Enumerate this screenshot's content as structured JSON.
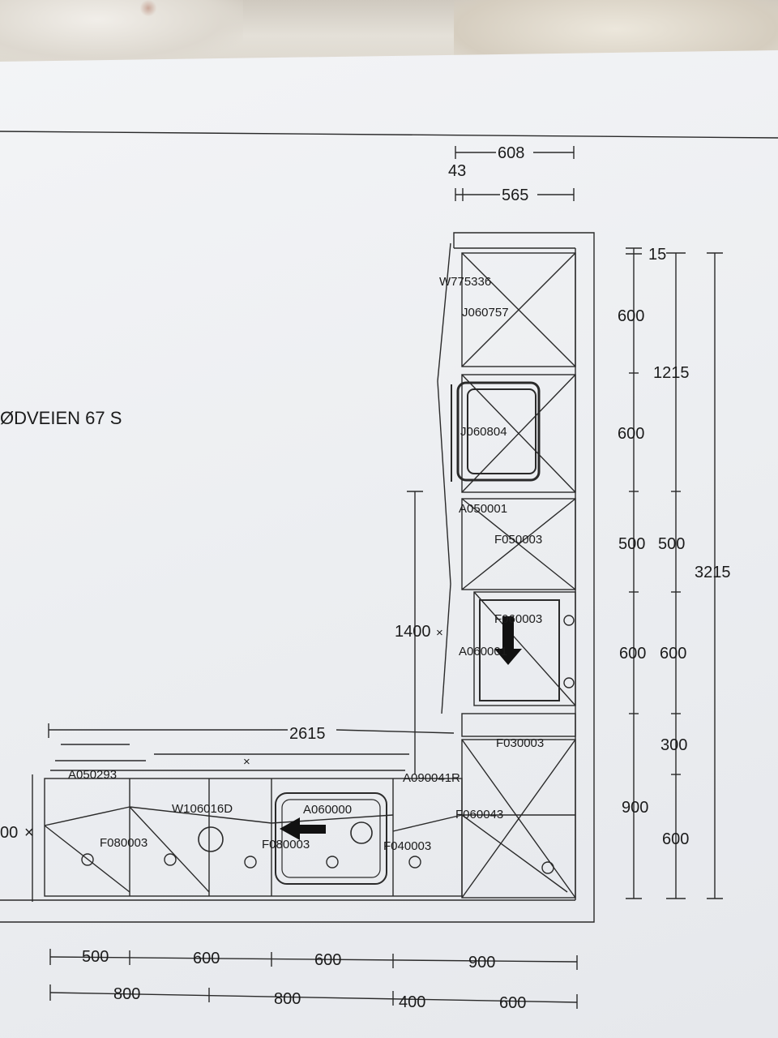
{
  "drawing": {
    "title": "ØDVEIEN 67 S",
    "elements": {
      "w775336": "W775336",
      "j060757": "J060757",
      "j060804": "J060804",
      "a050001": "A050001",
      "f050003": "F050003",
      "f060003_upper": "F060003",
      "a060001": "A060001",
      "f030003": "F030003",
      "a050293": "A050293",
      "a090041r": "A090041R",
      "w106016d": "W106016D",
      "a060000": "A060000",
      "f060043": "F060043",
      "f080003_left": "F080003",
      "f080003_right": "F080003",
      "f040003": "F040003"
    },
    "dimensions": {
      "top_width": "608",
      "top_offset": "43",
      "top_inner": "565",
      "r1_top": "15",
      "r1_a": "600",
      "r1_b": "600",
      "r1_c": "500",
      "r1_d": "600",
      "r1_e": "900",
      "r2_a": "1215",
      "r2_b": "500",
      "r2_c": "600",
      "r2_d": "300",
      "r2_e": "600",
      "total_height": "3215",
      "vertical_1400": "1400",
      "run_2615": "2615",
      "left_cut": "00",
      "bottom1": [
        "500",
        "600",
        "600",
        "900"
      ],
      "bottom2": [
        "800",
        "800",
        "400",
        "600"
      ]
    }
  }
}
